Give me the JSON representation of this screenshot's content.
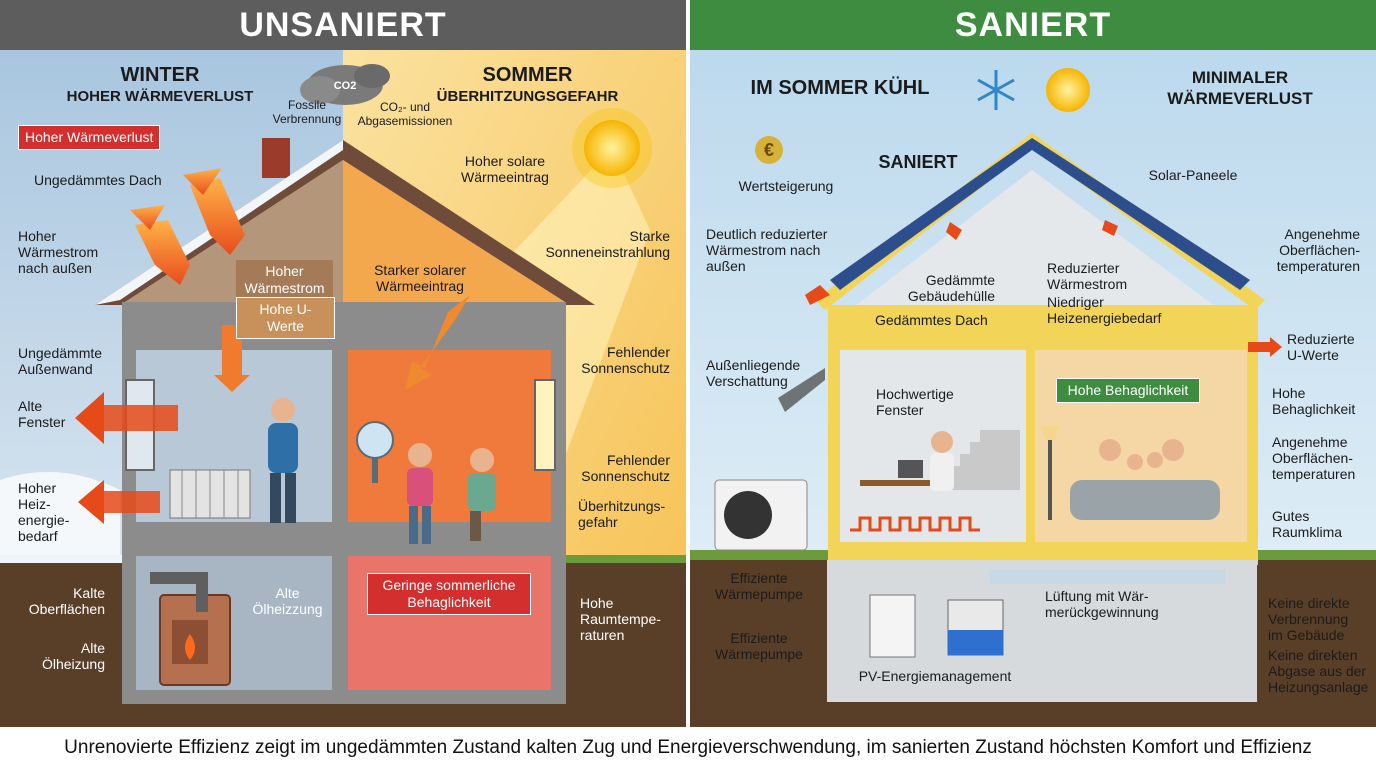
{
  "headers": {
    "left": "UNSANIERT",
    "right": "SANIERT"
  },
  "colors": {
    "left_header": "#5d5d5d",
    "right_header": "#3d8c40",
    "winter_sky": "#c9dcec",
    "summer_sky": "#f8d77c",
    "right_sky": "#d6e9f5",
    "ground": "#5a3f28",
    "hot_room": "#f07a3c",
    "cold_room": "#b9c8d6",
    "insulation": "#f1d458",
    "heat_arrow": "#e64a19"
  },
  "left": {
    "winter_title": "WINTER",
    "winter_subtitle": "HOHER WÄRMEVERLUST",
    "summer_title": "SOMMER",
    "summer_subtitle": "ÜBERHITZUNGSGEFAHR",
    "cloud_label": "CO2",
    "fossil": "Fossile Verbrennung",
    "co2_emissions": "CO₂- und Abgasemissionen",
    "badge_heat_loss": "Hoher Wärmeverlust",
    "roof_uninsulated": "Ungedämmtes Dach",
    "heat_flow_out": "Hoher Wärmestrom nach außen",
    "roof_tag_1": "Hoher Wärmestrom",
    "roof_tag_2": "Hohe U-Werte",
    "wall_uninsulated": "Ungedämmte Außenwand",
    "old_windows": "Alte Fenster",
    "heating_demand": "Hoher Heiz- energie- bedarf",
    "cold_surfaces": "Kalte Oberflächen",
    "old_oil_1": "Alte Ölheizzung",
    "old_oil_2": "Alte Ölheizung",
    "solar_gain_1": "Hoher solare Wärmeeintrag",
    "strong_sun": "Starke Sonneneinstrahlung",
    "solar_gain_2": "Starker solarer Wärmeeintrag",
    "no_shading_1": "Fehlender Sonnenschutz",
    "no_shading_2": "Fehlender Sonnenschutz",
    "overheating": "Überhitzungs- gefahr",
    "summer_comfort": "Geringe sommerliche Behaglichkeit",
    "high_temp": "Hohe Raumtempe- raturen"
  },
  "right": {
    "summer_cool": "IM SOMMER KÜHL",
    "min_loss": "MINIMALER WÄRMEVERLUST",
    "saniert": "SANIERT",
    "value_increase": "Wertsteigerung",
    "solar_panels": "Solar-Paneele",
    "reduced_flow_1": "Deutlich reduzierter Wärmestrom nach außen",
    "insulated_envelope": "Gedämmte Gebäudehülle",
    "insulated_roof": "Gedämmtes Dach",
    "reduced_flow_2": "Reduzierter Wärmestrom",
    "low_energy": "Niedriger Heizenergiebedarf",
    "pleasant_surface_1": "Angenehme Oberflächen- temperaturen",
    "reduced_u": "Reduzierte U-Werte",
    "external_shading": "Außenliegende Verschattung",
    "quality_windows": "Hochwertige Fenster",
    "comfort_badge": "Hohe Behaglichkeit",
    "high_comfort": "Hohe Behaglichkeit",
    "pleasant_surface_2": "Angenehme Oberflächen- temperaturen",
    "good_climate": "Gutes Raumklima",
    "heat_pump_1": "Effiziente Wärmepumpe",
    "heat_pump_2": "Effiziente Wärmepumpe",
    "ventilation": "Lüftung mit Wär- merückgewinnung",
    "pv_management": "PV-Energiemanagement",
    "no_combustion": "Keine direkte Verbrennung im Gebäude",
    "no_exhaust": "Keine direkten Abgase aus der Heizungsanlage"
  },
  "caption": "Unrenovierte Effizienz zeigt im ungedämmten Zustand kalten Zug und Energieverschwendung, im sanierten Zustand höchsten Komfort und Effizienz"
}
